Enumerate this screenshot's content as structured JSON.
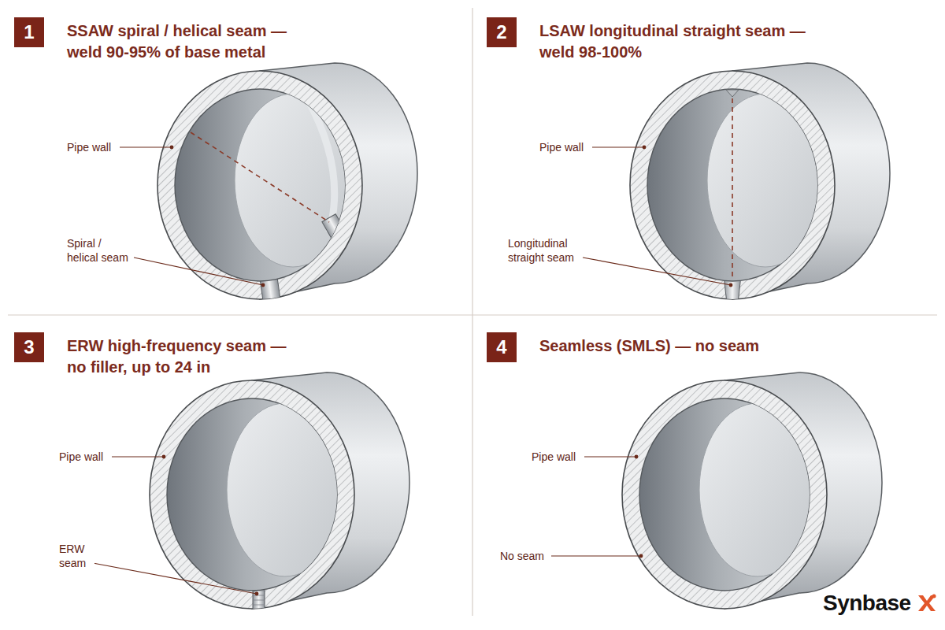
{
  "diagram": {
    "nodes": [
      {
        "text": [
          "1",
          "SSAW spiral / helical seam — weld 90-95% of base metal"
        ]
      },
      {
        "text": [
          "2",
          "LSAW longitudinal straight seam — weld 98-100%"
        ]
      },
      {
        "text": [
          "3",
          "ERW high-frequency seam — no filler, up to 24 in"
        ]
      },
      {
        "text": [
          "4",
          "Seamless (SMLS) — no seam"
        ]
      }
    ],
    "labels": [
      "Pipe wall",
      "Spiral / helical seam",
      "Pipe wall",
      "Longitudinal straight seam",
      "Pipe wall",
      "ERW seam",
      "Pipe wall",
      "No seam",
      "Synbase"
    ]
  }
}
